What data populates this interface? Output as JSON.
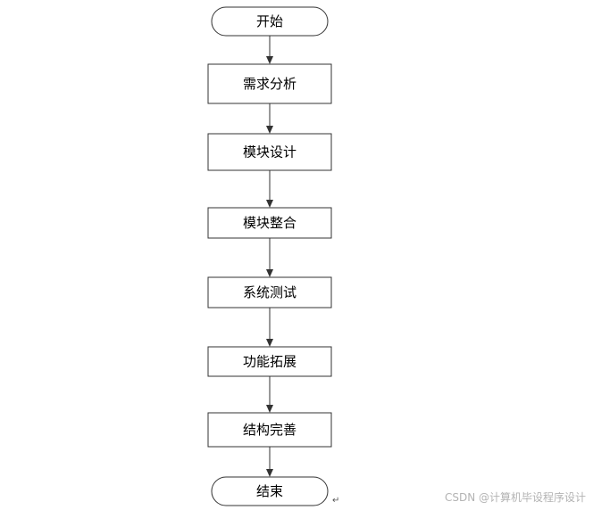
{
  "diagram": {
    "nodes": [
      {
        "id": "start",
        "shape": "terminal",
        "label": "开始"
      },
      {
        "id": "requirements",
        "shape": "process",
        "label": "需求分析"
      },
      {
        "id": "module-design",
        "shape": "process",
        "label": "模块设计"
      },
      {
        "id": "module-integration",
        "shape": "process",
        "label": "模块整合"
      },
      {
        "id": "system-test",
        "shape": "process",
        "label": "系统测试"
      },
      {
        "id": "feature-extension",
        "shape": "process",
        "label": "功能拓展"
      },
      {
        "id": "structure-refinement",
        "shape": "process",
        "label": "结构完善"
      },
      {
        "id": "end",
        "shape": "terminal",
        "label": "结束"
      }
    ],
    "edges": [
      {
        "from": "start",
        "to": "requirements"
      },
      {
        "from": "requirements",
        "to": "module-design"
      },
      {
        "from": "module-design",
        "to": "module-integration"
      },
      {
        "from": "module-integration",
        "to": "system-test"
      },
      {
        "from": "system-test",
        "to": "feature-extension"
      },
      {
        "from": "feature-extension",
        "to": "structure-refinement"
      },
      {
        "from": "structure-refinement",
        "to": "end"
      }
    ],
    "colors": {
      "stroke": "#333333",
      "fill": "#ffffff",
      "arrow": "#333333"
    }
  },
  "watermark": "CSDN @计算机毕设程序设计",
  "return_mark": "↵"
}
